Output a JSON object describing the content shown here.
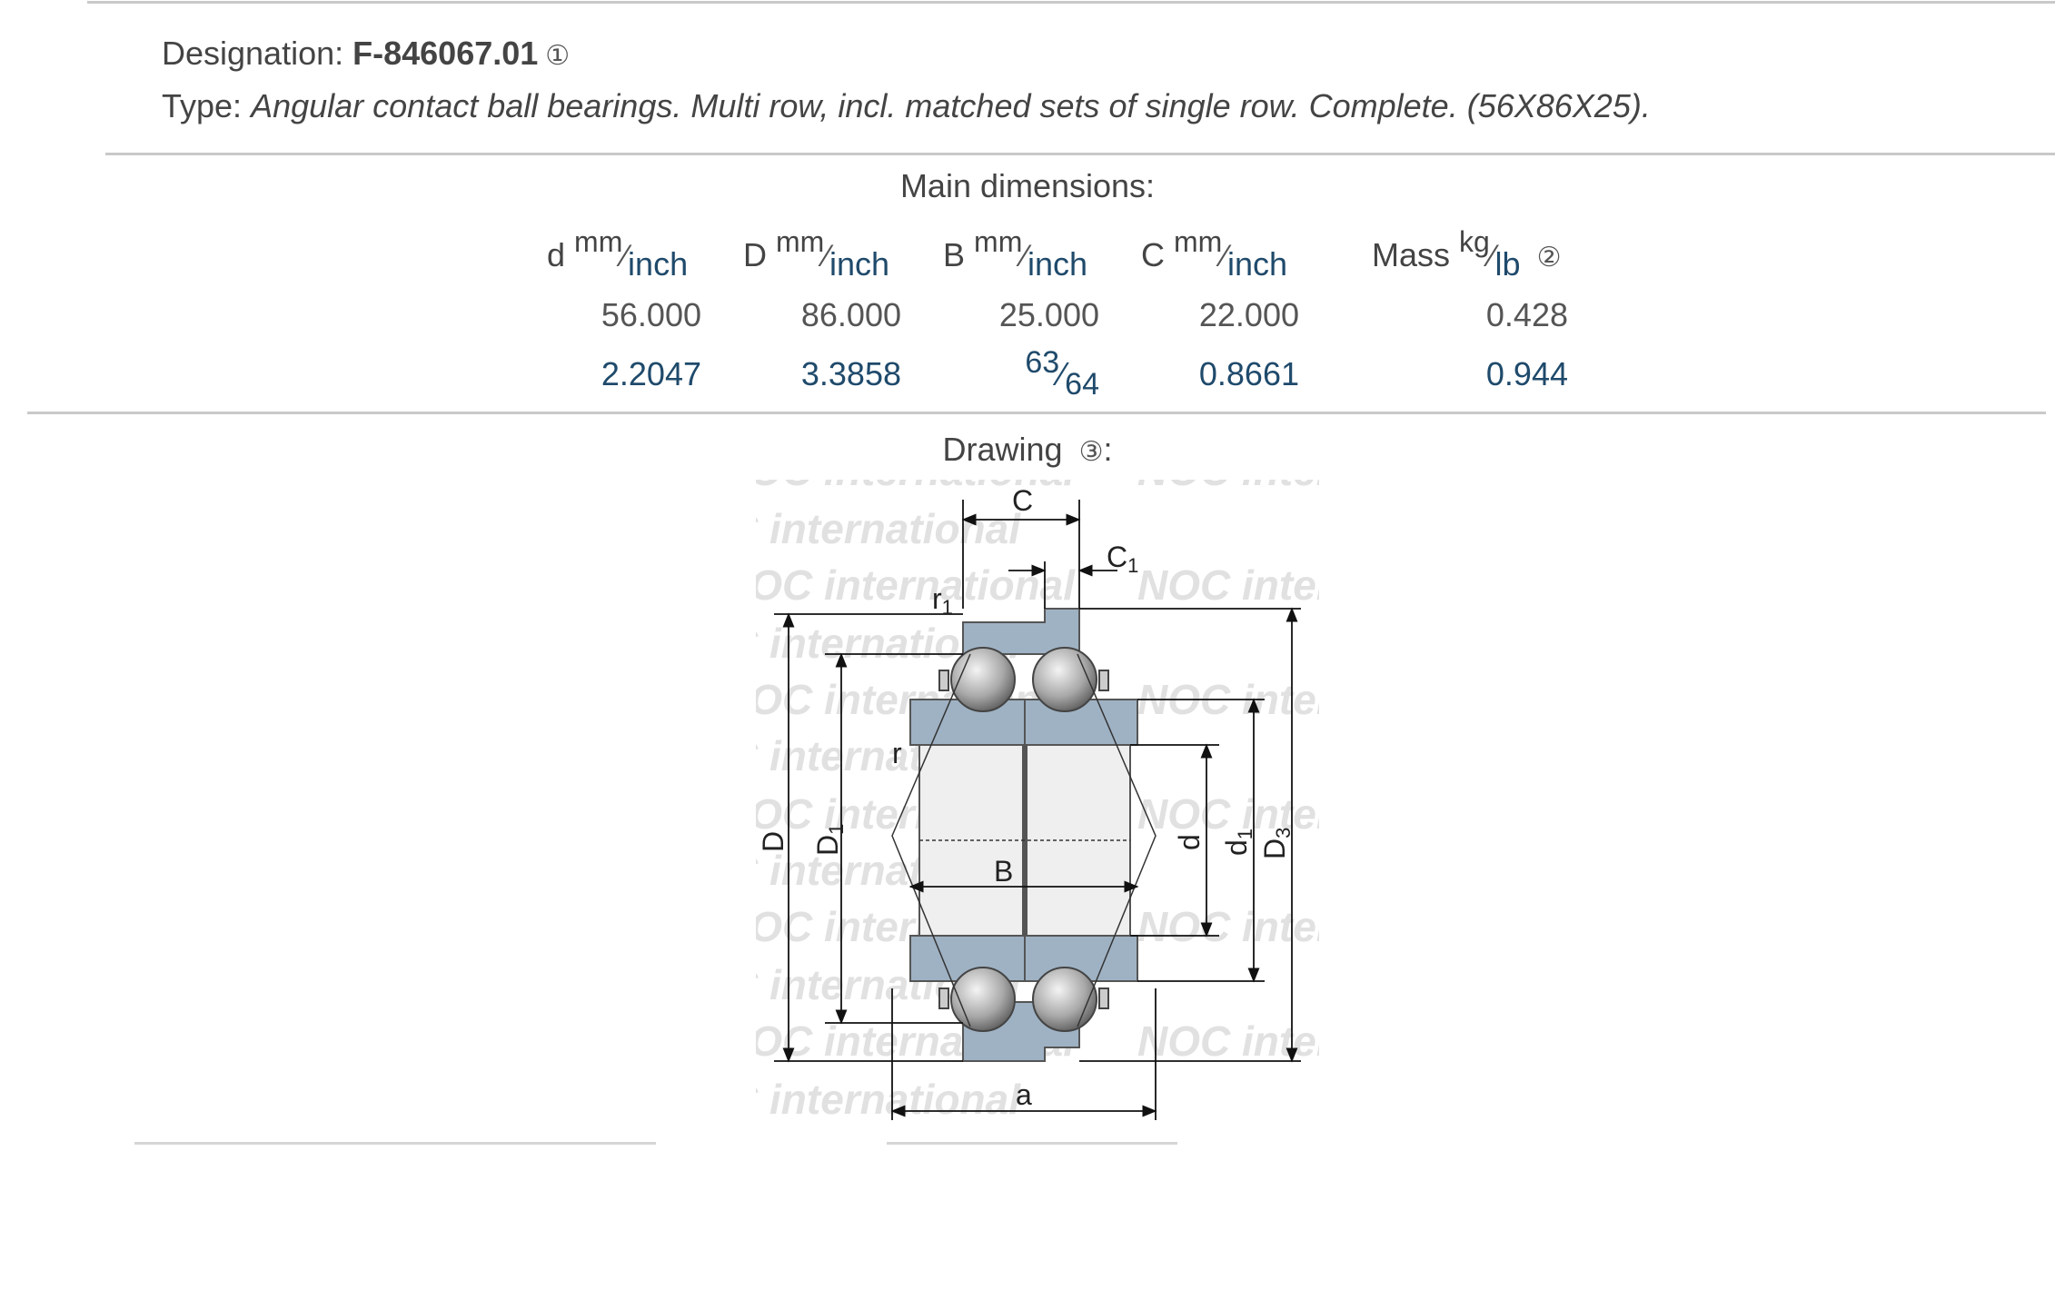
{
  "designation": {
    "label": "Designation: ",
    "value": "F-846067.01",
    "note": "①"
  },
  "type": {
    "label": "Type: ",
    "value": "Angular contact ball bearings. Multi row, incl. matched sets of single row. Complete. (56X86X25)."
  },
  "main_dimensions": {
    "title": "Main dimensions:",
    "columns": [
      {
        "symbol": "d",
        "unit_top": "mm",
        "unit_slash": "⁄",
        "unit_bottom": "inch",
        "mm": "56.000",
        "inch": "2.2047"
      },
      {
        "symbol": "D",
        "unit_top": "mm",
        "unit_slash": "⁄",
        "unit_bottom": "inch",
        "mm": "86.000",
        "inch": "3.3858"
      },
      {
        "symbol": "B",
        "unit_top": "mm",
        "unit_slash": "⁄",
        "unit_bottom": "inch",
        "mm": "25.000",
        "inch_num": "63",
        "inch_slash": "⁄",
        "inch_den": "64"
      },
      {
        "symbol": "C",
        "unit_top": "mm",
        "unit_slash": "⁄",
        "unit_bottom": "inch",
        "mm": "22.000",
        "inch": "0.8661"
      }
    ],
    "mass": {
      "symbol": "Mass",
      "unit_top": "kg",
      "unit_slash": "⁄",
      "unit_bottom": "lb",
      "note": "②",
      "kg": "0.428",
      "lb": "0.944"
    }
  },
  "drawing": {
    "title": "Drawing ",
    "note": "③",
    "colon": ":",
    "watermark": "NOC international",
    "labels": {
      "C": "C",
      "C1": "C",
      "C1_sub": "1",
      "r1": "r",
      "r1_sub": "1",
      "r": "r",
      "D": "D",
      "D1": "D",
      "D1_sub": "1",
      "B": "B",
      "d": "d",
      "d1": "d",
      "d1_sub": "1",
      "D3": "D",
      "D3_sub": "3",
      "a": "a"
    }
  },
  "colors": {
    "text": "#444444",
    "inch_blue": "#1f4a6b",
    "bearing_ring": "#9fb2c4",
    "rule": "#c9c9c9"
  }
}
